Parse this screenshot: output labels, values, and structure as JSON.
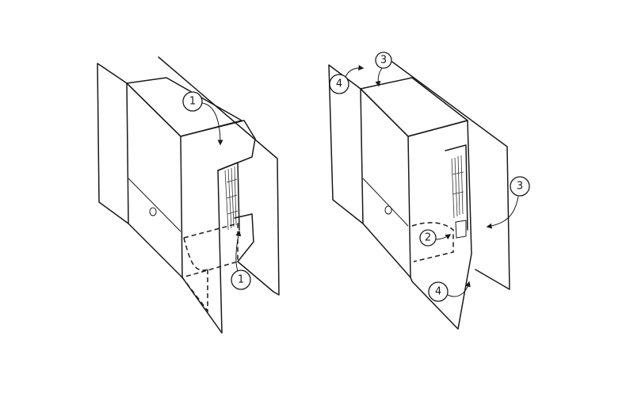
{
  "figures": [
    {
      "name": "left-box",
      "callouts": [
        "1",
        "1"
      ]
    },
    {
      "name": "right-box",
      "callouts": [
        "4",
        "3",
        "3",
        "2",
        "4"
      ]
    }
  ],
  "colors": {
    "ink": "#1a1a1a",
    "background": "#ffffff"
  }
}
